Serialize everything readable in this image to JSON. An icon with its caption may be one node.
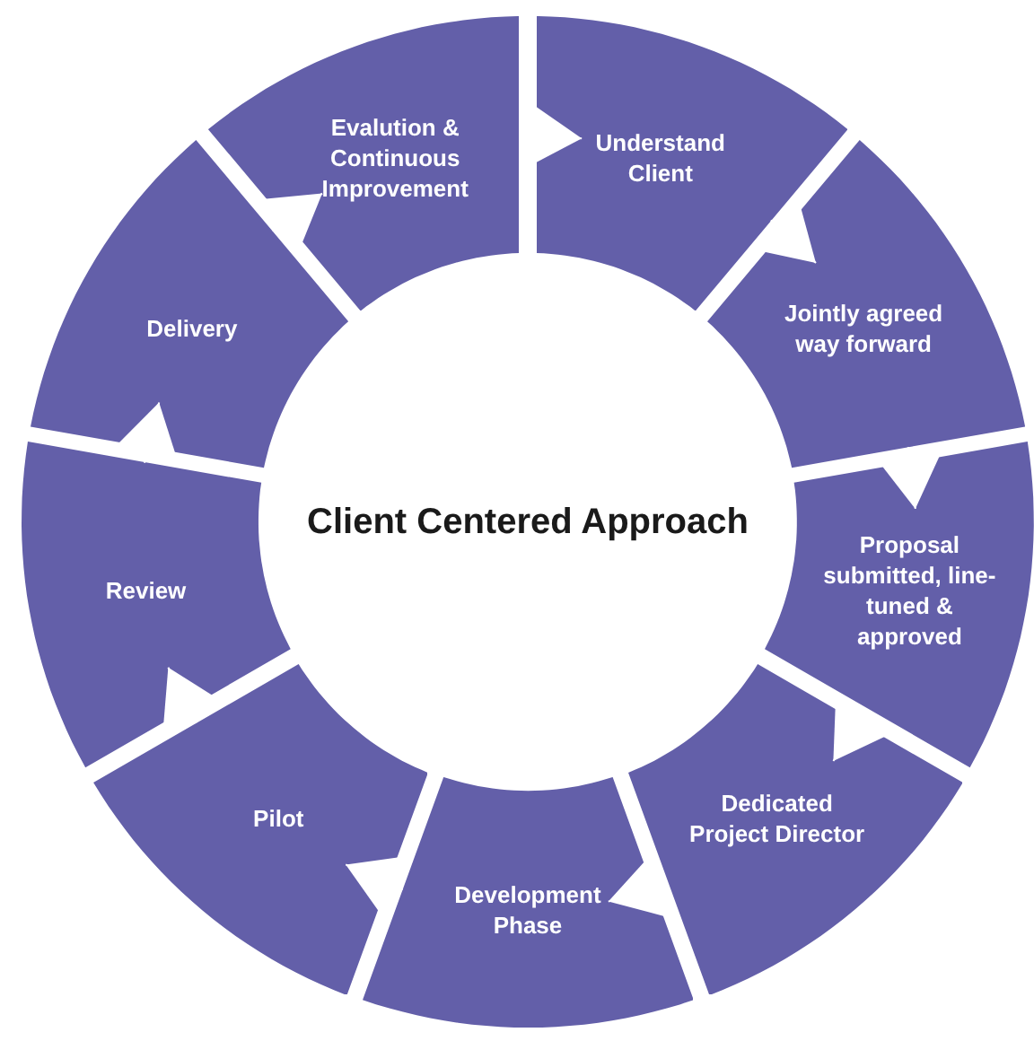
{
  "diagram": {
    "nodes": [
      {
        "text": [
          "Client Centered Approach"
        ]
      },
      {
        "text": [
          "Understand Client"
        ]
      },
      {
        "text": [
          "Jointly agreed way forward"
        ]
      },
      {
        "text": [
          "Proposal submitted, line-tuned & approved"
        ]
      },
      {
        "text": [
          "Dedicated Project Director"
        ]
      },
      {
        "text": [
          "Development Phase"
        ]
      },
      {
        "text": [
          "Pilot"
        ]
      },
      {
        "text": [
          "Review"
        ]
      },
      {
        "text": [
          "Delivery"
        ]
      },
      {
        "text": [
          "Evalution & Continuous Improvement"
        ]
      }
    ],
    "edges": [
      {
        "from": 1,
        "to": 2,
        "arrow": "to"
      },
      {
        "from": 2,
        "to": 3,
        "arrow": "to"
      },
      {
        "from": 3,
        "to": 4,
        "arrow": "to"
      },
      {
        "from": 4,
        "to": 5,
        "arrow": "to"
      },
      {
        "from": 5,
        "to": 6,
        "arrow": "to"
      },
      {
        "from": 6,
        "to": 7,
        "arrow": "to"
      },
      {
        "from": 7,
        "to": 8,
        "arrow": "to"
      },
      {
        "from": 8,
        "to": 9,
        "arrow": "to"
      },
      {
        "from": 9,
        "to": 1,
        "arrow": "to"
      }
    ]
  }
}
